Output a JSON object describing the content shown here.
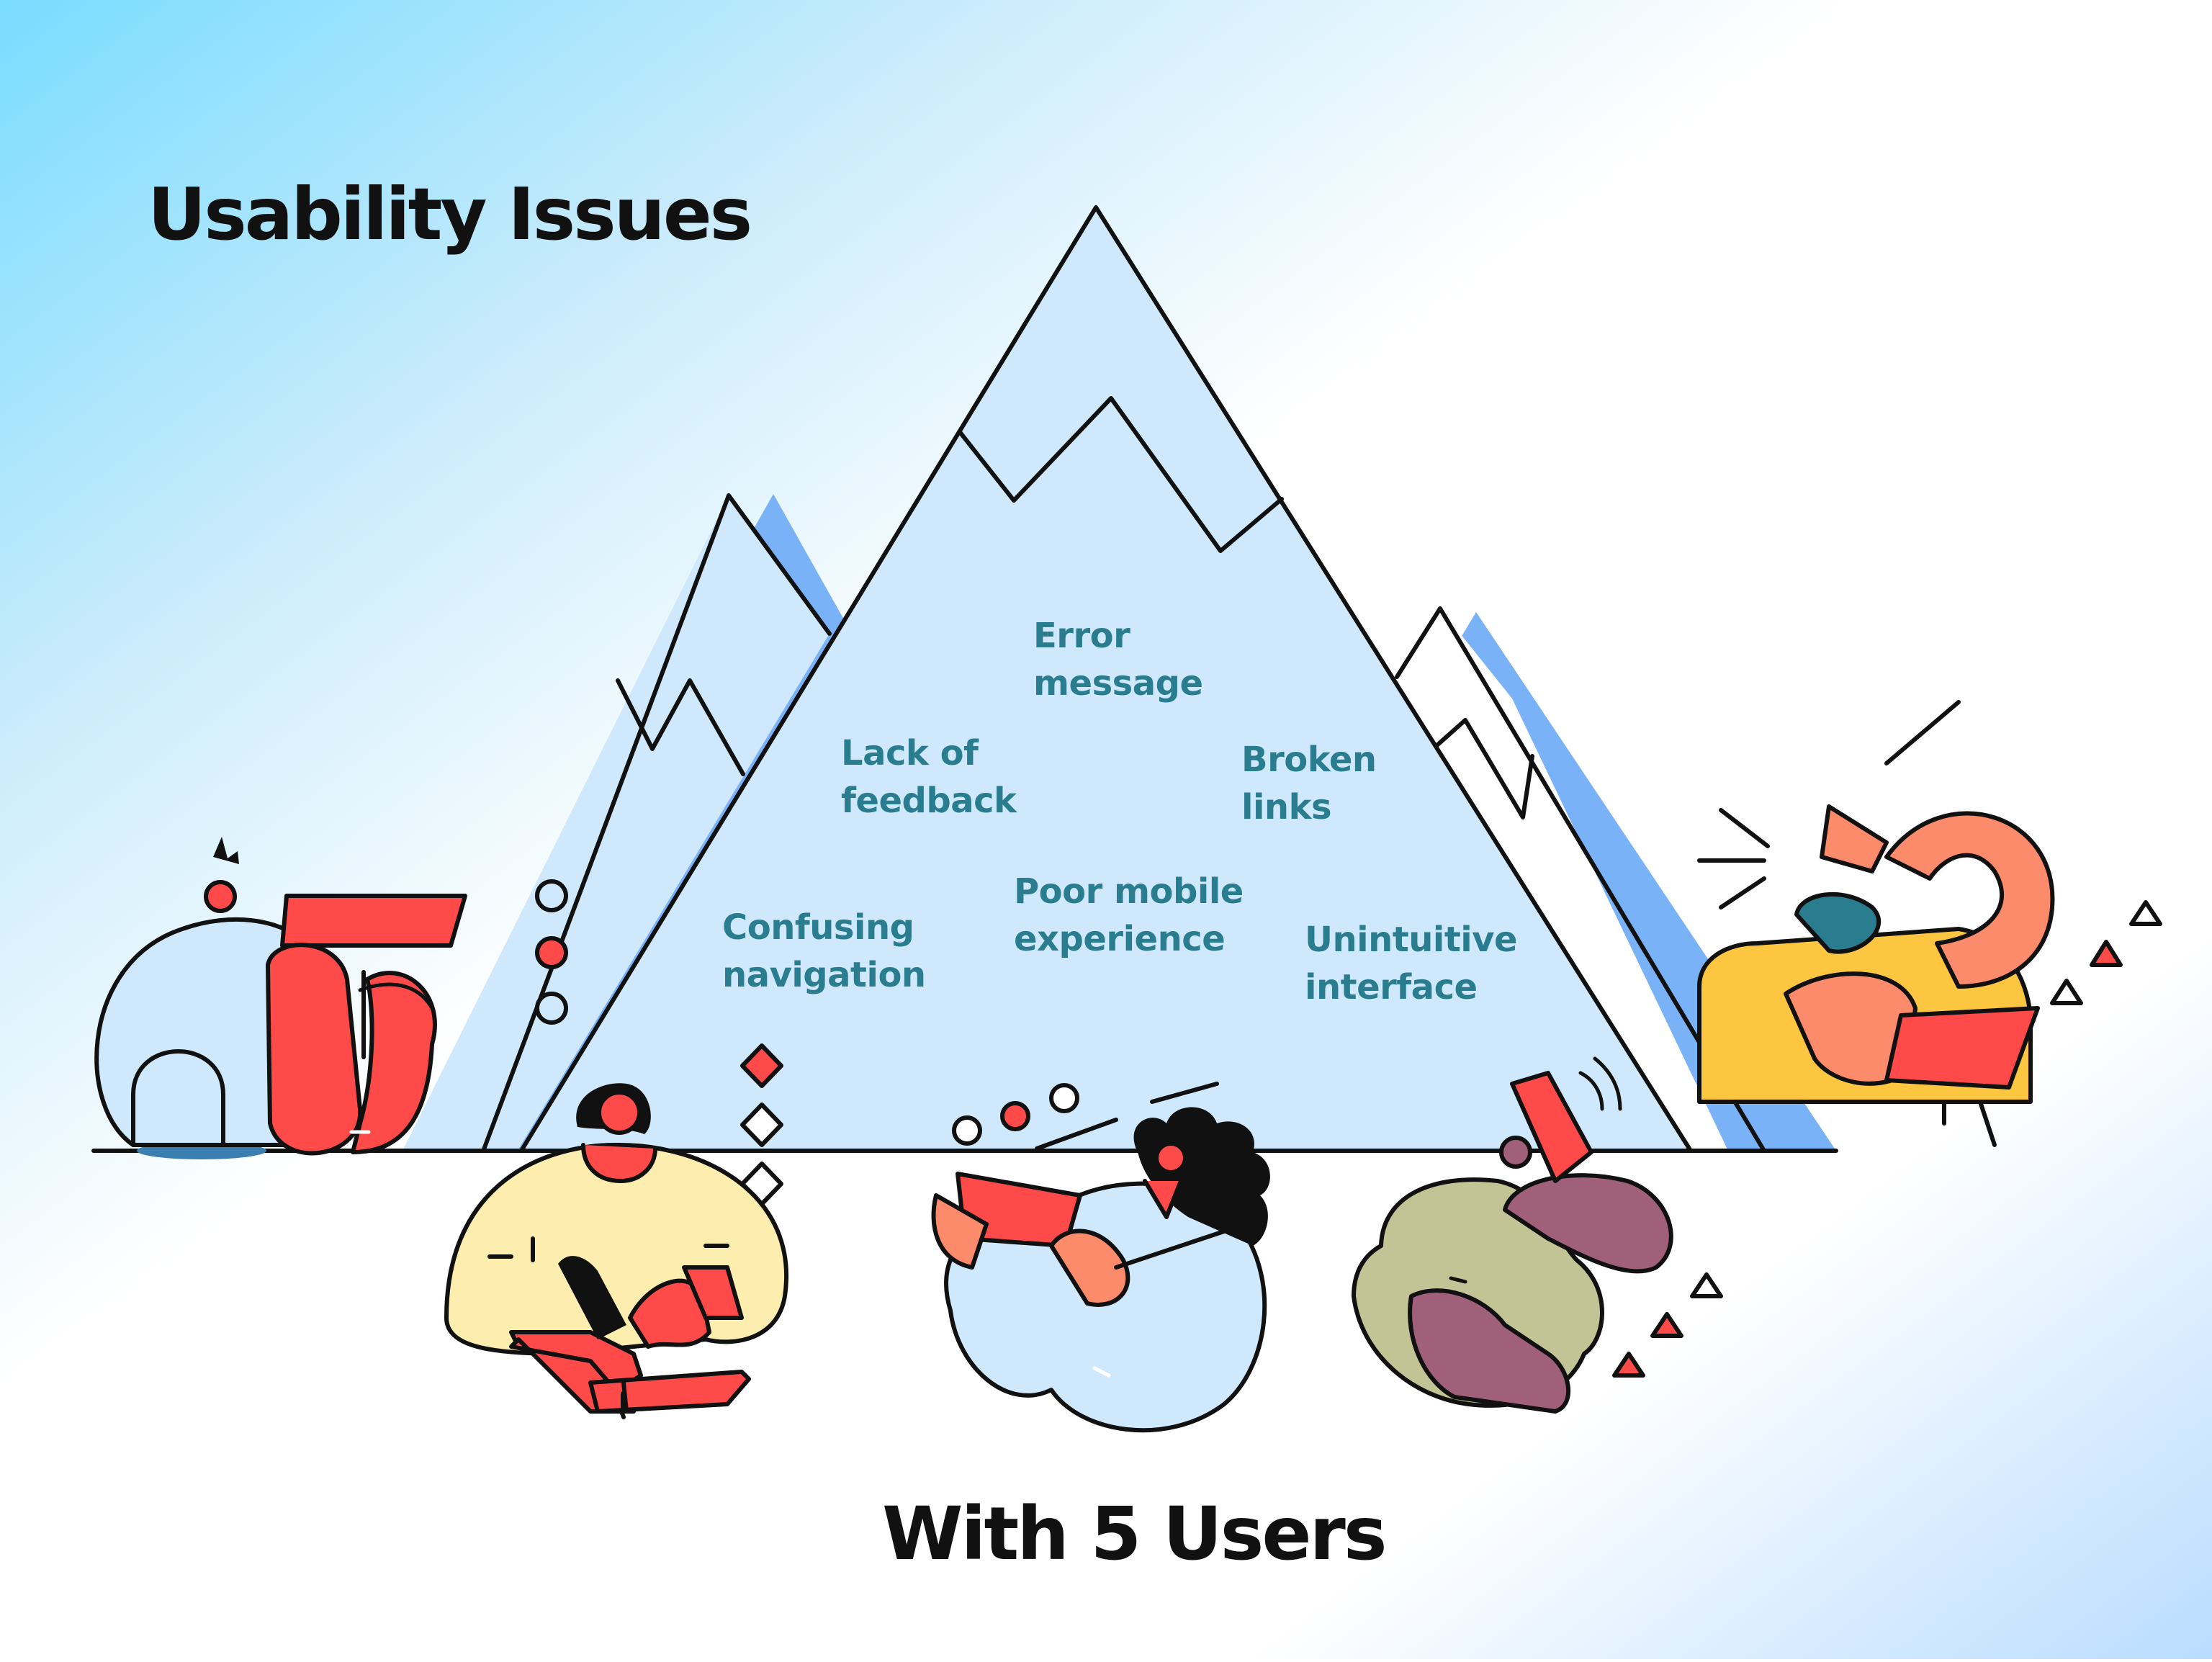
{
  "title": "Usability Issues",
  "subtitle": "With 5 Users",
  "issues": [
    {
      "line1": "Error",
      "line2": "message"
    },
    {
      "line1": "Lack of",
      "line2": "feedback"
    },
    {
      "line1": "Broken",
      "line2": "links"
    },
    {
      "line1": "Poor mobile",
      "line2": "experience"
    },
    {
      "line1": "Confusing",
      "line2": "navigation"
    },
    {
      "line1": "Unintuitive",
      "line2": "interface"
    }
  ],
  "colors": {
    "issue_text": "#2a7d8f",
    "mountain_fill": "#cfe8fb",
    "mountain_shadow": "#7ab2f8",
    "accent_red": "#ff4a4a",
    "outline": "#111111"
  }
}
